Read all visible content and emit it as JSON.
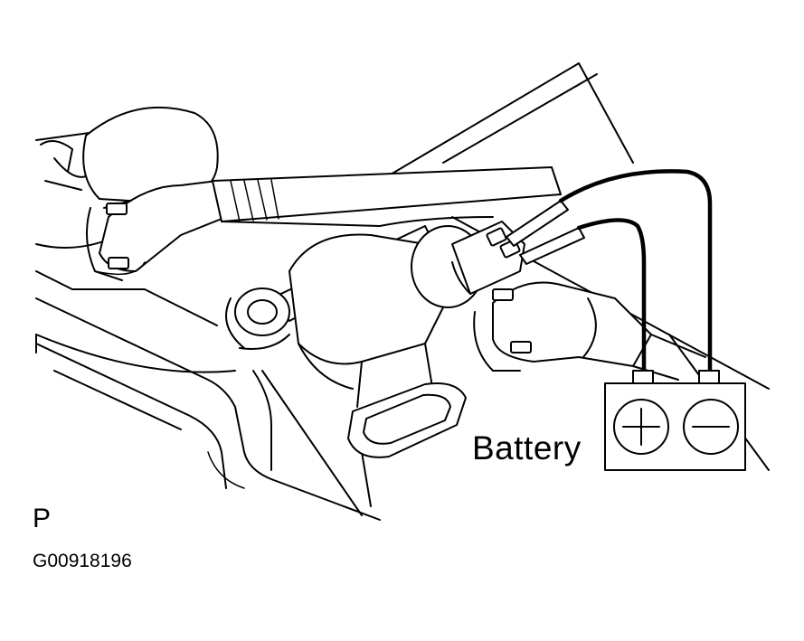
{
  "labels": {
    "battery": "Battery",
    "view_letter": "P",
    "figure_code": "G00918196"
  },
  "battery_terminals": [
    "+",
    "−"
  ],
  "colors": {
    "ink": "#000000",
    "paper": "#ffffff"
  }
}
